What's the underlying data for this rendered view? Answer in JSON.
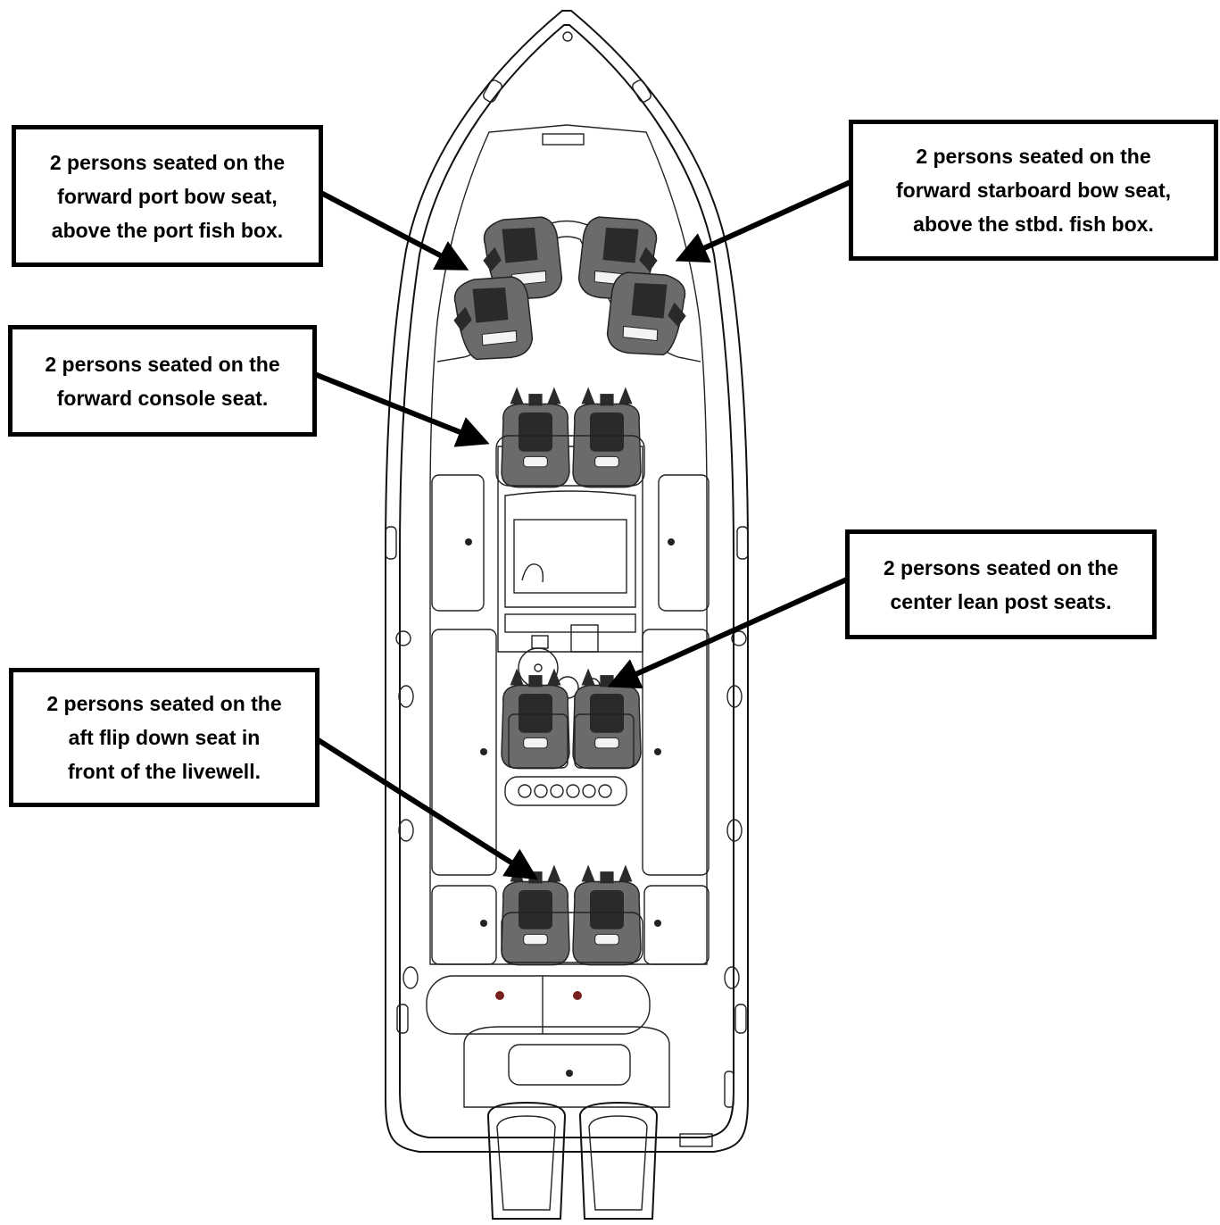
{
  "labels": {
    "forward_port": [
      "2 persons seated on the",
      "forward port bow seat,",
      "above the port fish box."
    ],
    "forward_starboard": [
      "2 persons seated on the",
      "forward starboard bow seat,",
      "above the stbd. fish box."
    ],
    "forward_console": [
      "2 persons seated on the",
      "forward console seat."
    ],
    "center_lean_post": [
      "2 persons seated on the",
      "center lean post seats."
    ],
    "aft_flip_down": [
      "2 persons seated on the",
      "aft flip down seat in",
      "front of the livewell."
    ]
  },
  "colors": {
    "outline": "#111111",
    "seat": "#6b6b6b",
    "accent_dot": "#7a1f1f"
  }
}
